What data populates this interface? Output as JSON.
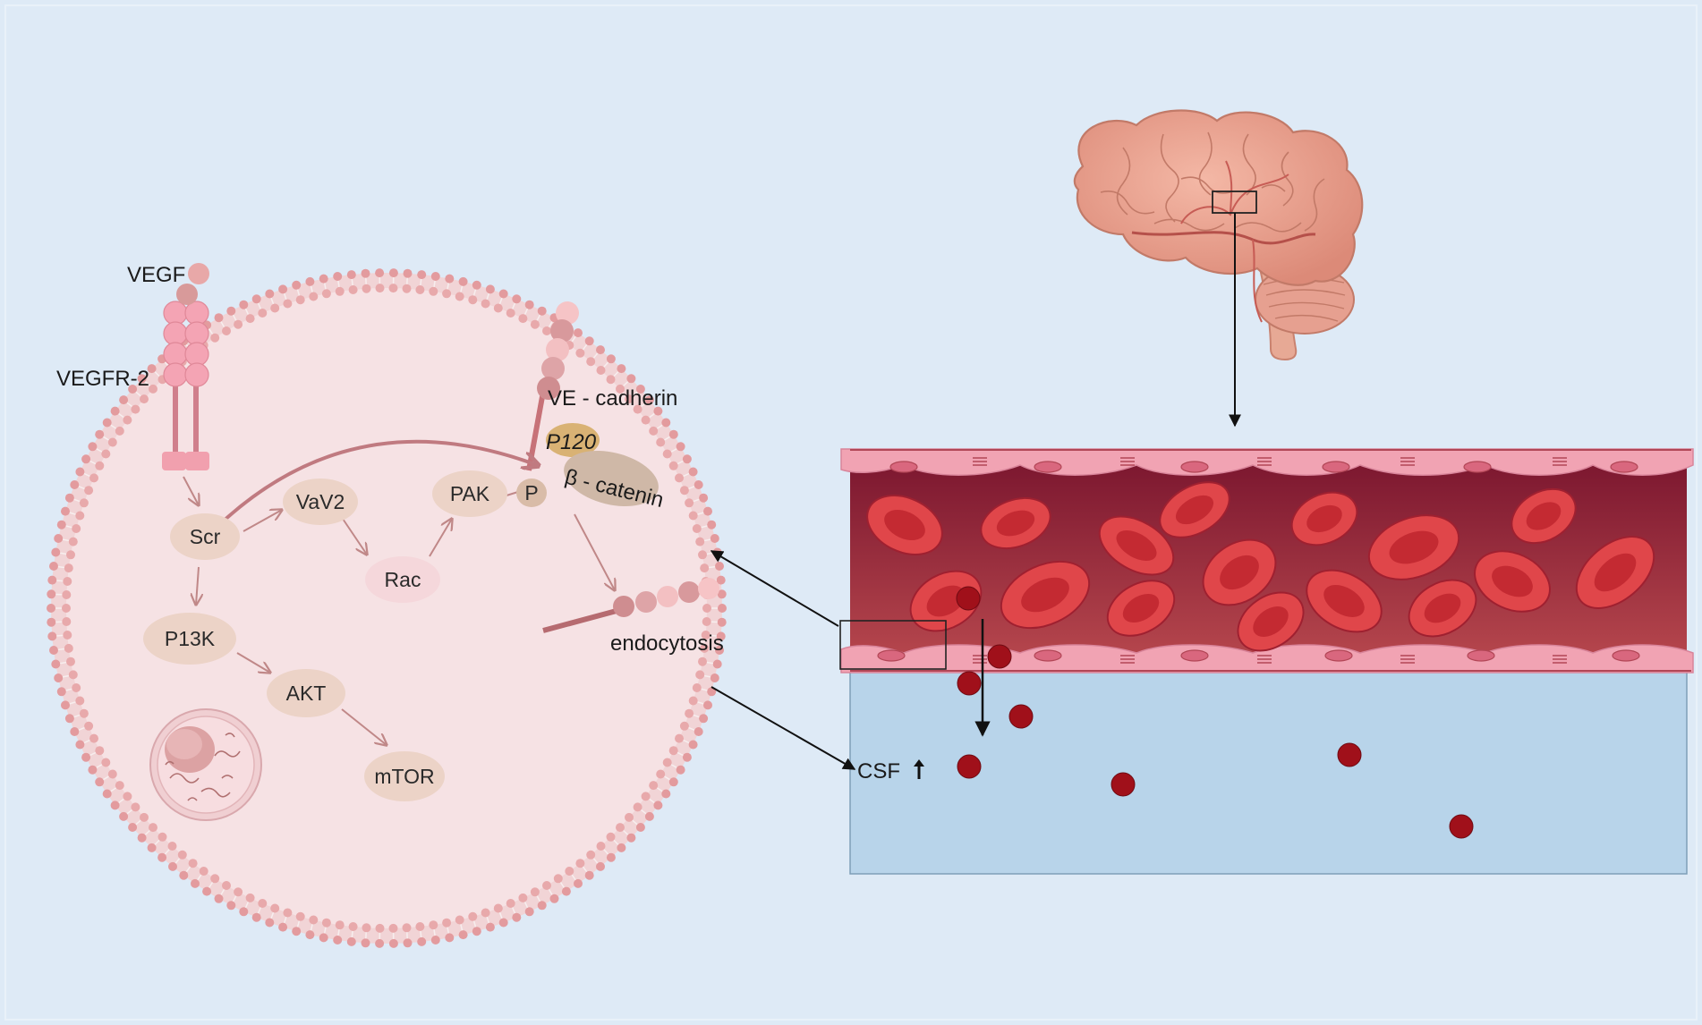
{
  "labels": {
    "vegf": "VEGF",
    "vegfr2": "VEGFR-2",
    "ve_cadherin": "VE - cadherin",
    "p120": "P120",
    "beta_catenin": "β - catenin",
    "endocytosis": "endocytosis",
    "csf": "CSF"
  },
  "nodes": {
    "scr": "Scr",
    "vav2": "VaV2",
    "rac": "Rac",
    "pak": "PAK",
    "p": "P",
    "p13k": "P13K",
    "akt": "AKT",
    "mtor": "mTOR"
  },
  "colors": {
    "background": "#deeaf6",
    "cell_fill": "#f6e1e3",
    "membrane": "#e3a3a3",
    "node_fill": "#edd3c6",
    "vessel_lumen": "#8e2238",
    "rbc": "#d8343a",
    "csf_region": "#b8d4ea",
    "blood_drop": "#a0101a",
    "brain": "#e8a090"
  },
  "icons": {
    "brain": "brain-illustration",
    "nucleus": "cell-nucleus-icon",
    "up_arrow": "up-arrow-icon"
  }
}
